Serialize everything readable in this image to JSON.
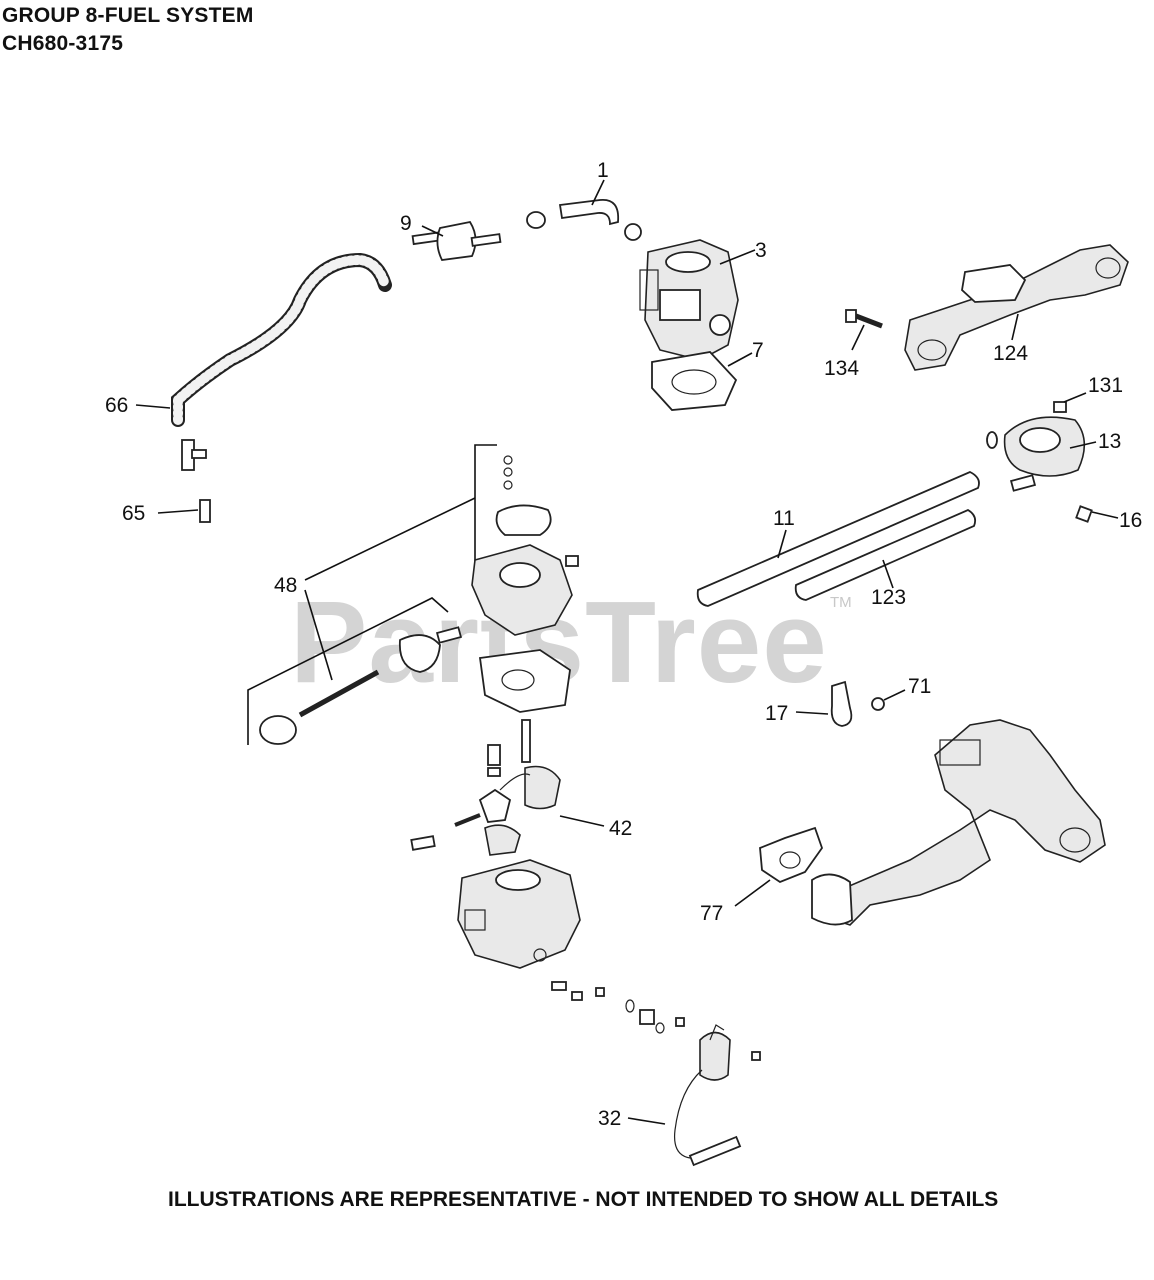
{
  "header": {
    "title": "GROUP 8-FUEL SYSTEM",
    "subtitle": "CH680-3175"
  },
  "footer": {
    "note": "ILLUSTRATIONS ARE REPRESENTATIVE - NOT INTENDED TO SHOW ALL DETAILS"
  },
  "watermark": {
    "text": "PartsTree",
    "tm": "TM"
  },
  "callouts": {
    "c1": "1",
    "c3": "3",
    "c7": "7",
    "c9": "9",
    "c11": "11",
    "c13": "13",
    "c16": "16",
    "c17": "17",
    "c32": "32",
    "c42": "42",
    "c48": "48",
    "c65": "65",
    "c66": "66",
    "c71": "71",
    "c77": "77",
    "c123": "123",
    "c124": "124",
    "c131": "131",
    "c134": "134"
  }
}
